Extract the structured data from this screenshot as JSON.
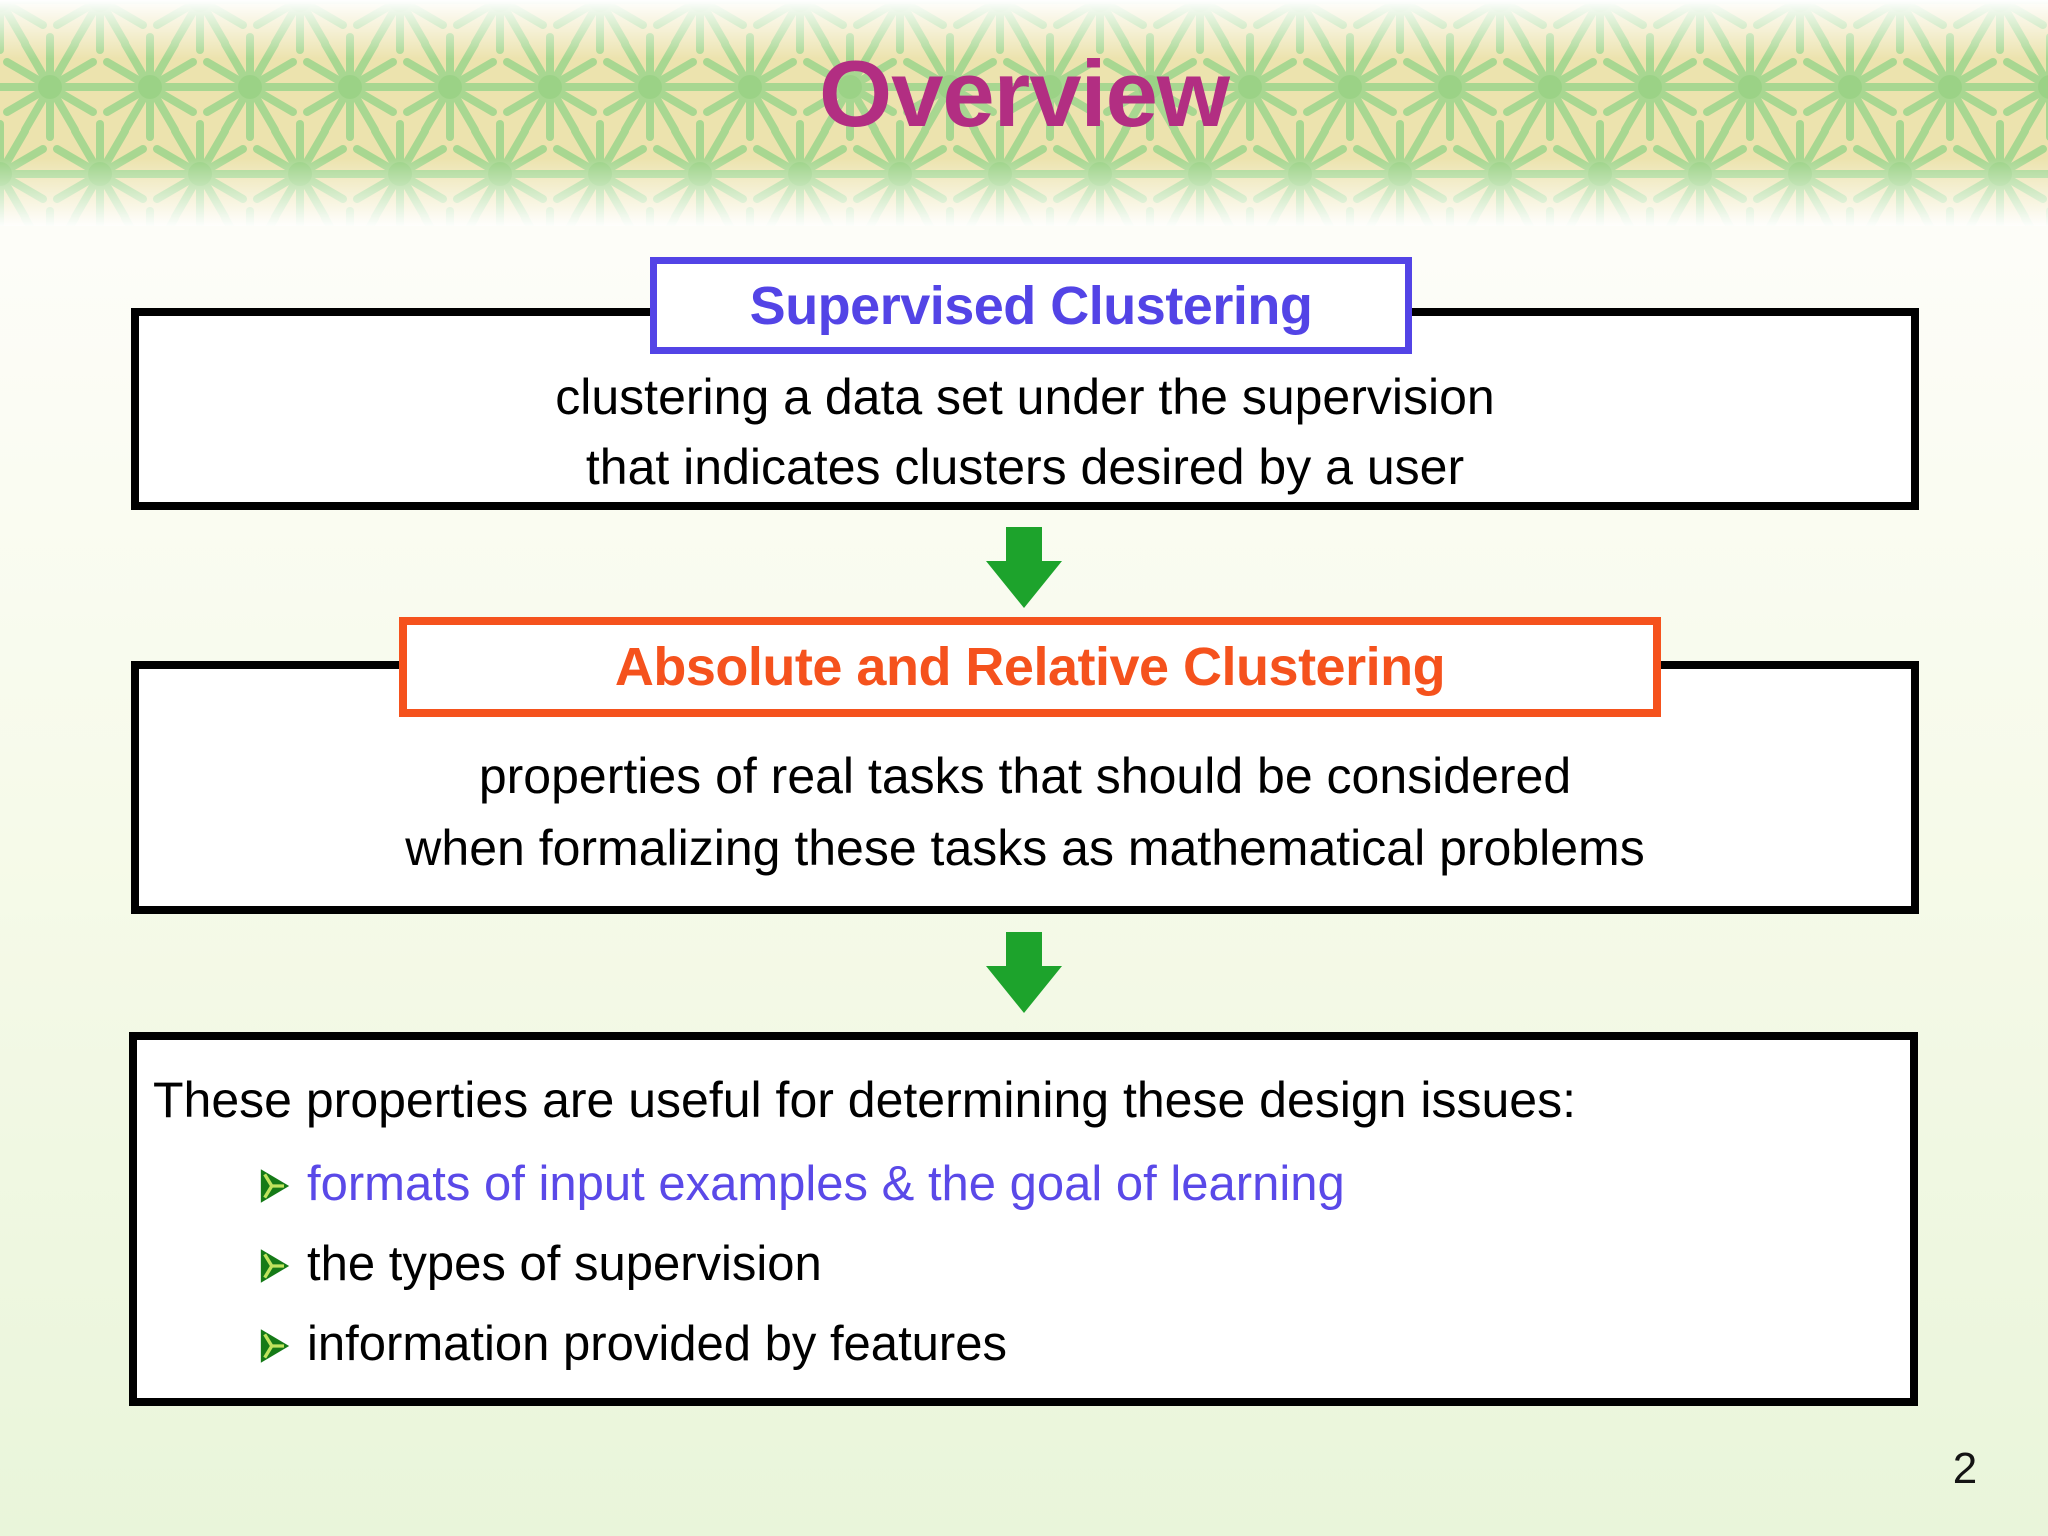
{
  "slide": {
    "title": "Overview",
    "page_number": "2",
    "colors": {
      "magenta": "#b22e82",
      "blue": "#5344e6",
      "orange": "#f5521d",
      "green": "#1da32c",
      "bullet_green": "#157a17",
      "bullet_light": "#bfe35e",
      "banner_tan": "#ece3ae",
      "banner_line": "#a8d791",
      "banner_dot": "#93cf80",
      "ink": "#000000",
      "bullet_blue_text": "#5a49e8",
      "bg_top": "#fdfdf8",
      "bg_bottom": "#e9f5da"
    },
    "flow": {
      "box1": {
        "heading": "Supervised Clustering",
        "lines": [
          "clustering a data set under the supervision",
          "that indicates clusters desired by a user"
        ]
      },
      "box2": {
        "heading": "Absolute and Relative Clustering",
        "lines": [
          "properties of real tasks that should be considered",
          "when formalizing these tasks as mathematical problems"
        ]
      },
      "box3": {
        "intro": "These properties are useful for determining these design issues:",
        "bullets": [
          "formats of input examples & the goal of learning",
          "the types of supervision",
          "information provided by features"
        ]
      }
    }
  }
}
